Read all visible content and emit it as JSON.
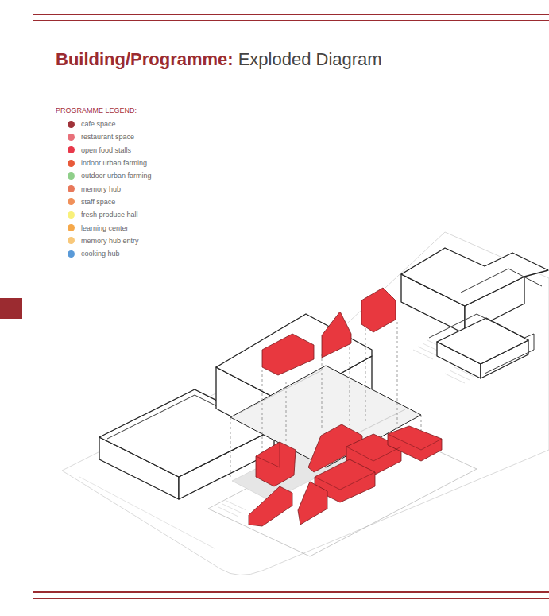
{
  "diagram": {
    "title": "Building/Programme:",
    "labels": [
      "Exploded Diagram",
      "PROGRAMME LEGEND:"
    ],
    "legend": [
      {
        "text": "cafe space",
        "color": "#a0333a"
      },
      {
        "text": "restaurant space",
        "color": "#e8707a"
      },
      {
        "text": "open food stalls",
        "color": "#e8384a"
      },
      {
        "text": "indoor urban farming",
        "color": "#e85a3a"
      },
      {
        "text": "outdoor urban farming",
        "color": "#8fcf8a"
      },
      {
        "text": "memory hub",
        "color": "#e8785a"
      },
      {
        "text": "staff space",
        "color": "#f0905a"
      },
      {
        "text": "fresh produce hall",
        "color": "#f8f07a"
      },
      {
        "text": "learning center",
        "color": "#f5a84a"
      },
      {
        "text": "memory hub entry",
        "color": "#f8c87a"
      },
      {
        "text": "cooking hub",
        "color": "#5a9ad8"
      }
    ]
  }
}
